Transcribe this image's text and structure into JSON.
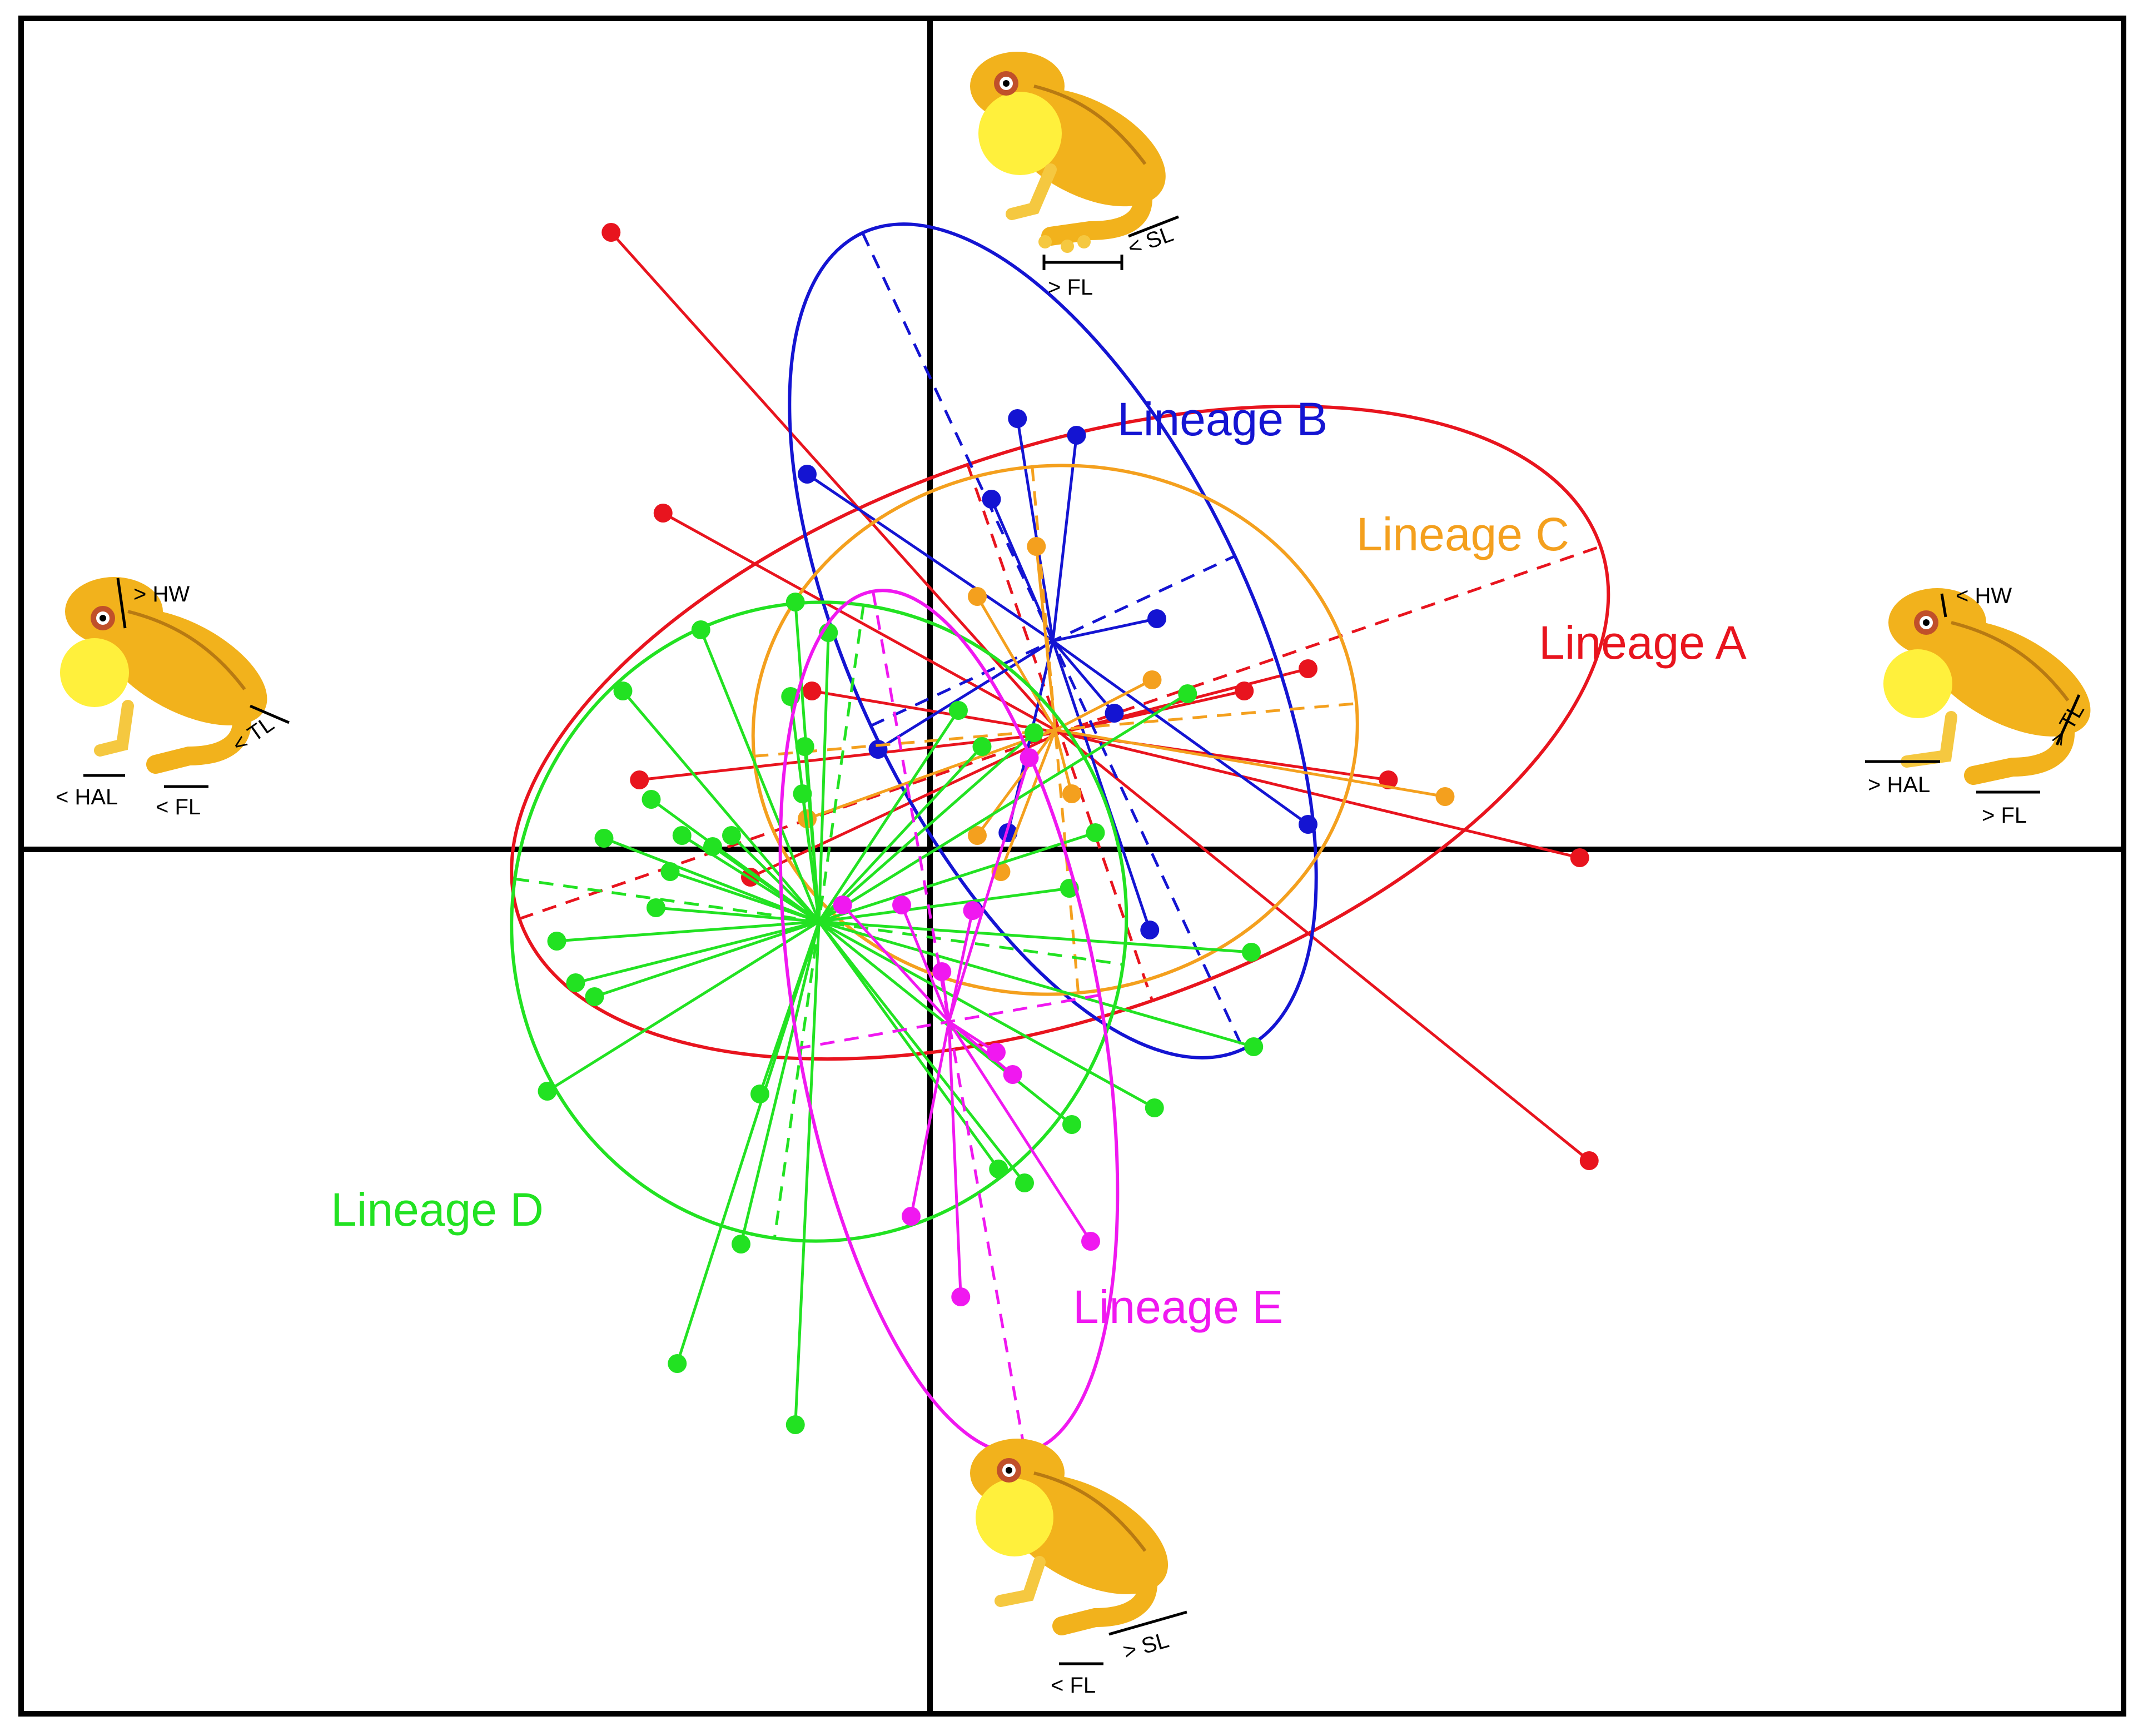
{
  "chart_data": {
    "type": "scatter",
    "title": "",
    "xlabel": "",
    "ylabel": "",
    "xlim": [
      -3.3,
      4.4
    ],
    "ylim": [
      -3.1,
      2.95
    ],
    "grid": false,
    "axes": "crosshair through origin",
    "series": [
      {
        "name": "Lineage A",
        "color": "#e8141e",
        "centroid": [
          0.55,
          0.42
        ],
        "ellipse": {
          "rx": 2.42,
          "ry": 1.02,
          "angle_deg": -19
        },
        "points": [
          [
            -1.35,
            2.22
          ],
          [
            -1.13,
            1.21
          ],
          [
            -1.23,
            0.25
          ],
          [
            -0.5,
            0.57
          ],
          [
            -0.76,
            -0.1
          ],
          [
            1.33,
            0.57
          ],
          [
            1.6,
            0.65
          ],
          [
            1.94,
            0.25
          ],
          [
            2.75,
            -0.03
          ],
          [
            2.79,
            -1.12
          ]
        ]
      },
      {
        "name": "Lineage B",
        "color": "#1414d2",
        "centroid": [
          0.52,
          0.75
        ],
        "ellipse": {
          "rx": 0.85,
          "ry": 1.62,
          "angle_deg": -25
        },
        "points": [
          [
            -0.52,
            1.35
          ],
          [
            -0.22,
            0.36
          ],
          [
            0.37,
            1.55
          ],
          [
            0.62,
            1.49
          ],
          [
            0.26,
            1.26
          ],
          [
            0.96,
            0.83
          ],
          [
            0.78,
            0.49
          ],
          [
            1.6,
            0.09
          ],
          [
            0.93,
            -0.29
          ],
          [
            0.33,
            0.06
          ]
        ]
      },
      {
        "name": "Lineage C",
        "color": "#f4a01e",
        "centroid": [
          0.53,
          0.43
        ],
        "ellipse": {
          "rx": 1.28,
          "ry": 0.95,
          "angle_deg": -5
        },
        "points": [
          [
            0.45,
            1.09
          ],
          [
            0.2,
            0.91
          ],
          [
            0.94,
            0.61
          ],
          [
            2.18,
            0.19
          ],
          [
            -0.52,
            0.11
          ],
          [
            0.2,
            0.05
          ],
          [
            0.3,
            -0.08
          ],
          [
            0.6,
            0.2
          ]
        ]
      },
      {
        "name": "Lineage D",
        "color": "#22e222",
        "centroid": [
          -0.47,
          -0.26
        ],
        "ellipse": {
          "rx": 1.3,
          "ry": 1.15,
          "angle_deg": 8
        },
        "points": [
          [
            -0.57,
            0.89
          ],
          [
            -0.97,
            0.79
          ],
          [
            -1.3,
            0.57
          ],
          [
            -0.59,
            0.55
          ],
          [
            -0.43,
            0.78
          ],
          [
            -0.53,
            0.37
          ],
          [
            -0.54,
            0.2
          ],
          [
            -1.18,
            0.18
          ],
          [
            -1.05,
            0.05
          ],
          [
            -1.38,
            0.04
          ],
          [
            -0.92,
            0.01
          ],
          [
            -0.84,
            0.05
          ],
          [
            -1.1,
            -0.08
          ],
          [
            -1.16,
            -0.21
          ],
          [
            -1.58,
            -0.33
          ],
          [
            -1.5,
            -0.48
          ],
          [
            -1.42,
            -0.53
          ],
          [
            -1.62,
            -0.87
          ],
          [
            -0.72,
            -0.88
          ],
          [
            -0.8,
            -1.42
          ],
          [
            -1.07,
            -1.85
          ],
          [
            -0.57,
            -2.07
          ],
          [
            0.12,
            0.5
          ],
          [
            0.44,
            0.42
          ],
          [
            0.7,
            0.06
          ],
          [
            0.59,
            -0.14
          ],
          [
            1.36,
            -0.37
          ],
          [
            1.37,
            -0.71
          ],
          [
            0.6,
            -0.99
          ],
          [
            0.29,
            -1.15
          ],
          [
            0.4,
            -1.2
          ],
          [
            0.95,
            -0.93
          ],
          [
            0.22,
            0.37
          ],
          [
            1.09,
            0.56
          ]
        ]
      },
      {
        "name": "Lineage E",
        "color": "#f018f0",
        "centroid": [
          0.08,
          -0.62
        ],
        "ellipse": {
          "rx": 1.85,
          "ry": 0.55,
          "angle_deg": 80
        },
        "points": [
          [
            0.42,
            0.33
          ],
          [
            -0.37,
            -0.2
          ],
          [
            -0.12,
            -0.2
          ],
          [
            0.18,
            -0.22
          ],
          [
            0.05,
            -0.44
          ],
          [
            0.28,
            -0.73
          ],
          [
            0.35,
            -0.81
          ],
          [
            -0.08,
            -1.32
          ],
          [
            0.13,
            -1.61
          ],
          [
            0.68,
            -1.41
          ]
        ]
      }
    ]
  },
  "labels": {
    "lineage_a": "Lineage A",
    "lineage_b": "Lineage B",
    "lineage_c": "Lineage C",
    "lineage_d": "Lineage D",
    "lineage_e": "Lineage E"
  },
  "frogs": {
    "top": {
      "sl": "< SL",
      "fl": "> FL"
    },
    "left": {
      "hw": "> HW",
      "tl": "< TL",
      "hal": "< HAL",
      "fl": "< FL"
    },
    "right": {
      "hw": "< HW",
      "tl": "> TL",
      "hal": "> HAL",
      "fl": "> FL"
    },
    "bottom": {
      "sl": "> SL",
      "fl": "< FL"
    }
  },
  "colors": {
    "frog_body": "#f2b21c",
    "frog_belly": "#fff03c",
    "frog_dark": "#b87a12",
    "frog_toes": "#f5c840"
  }
}
